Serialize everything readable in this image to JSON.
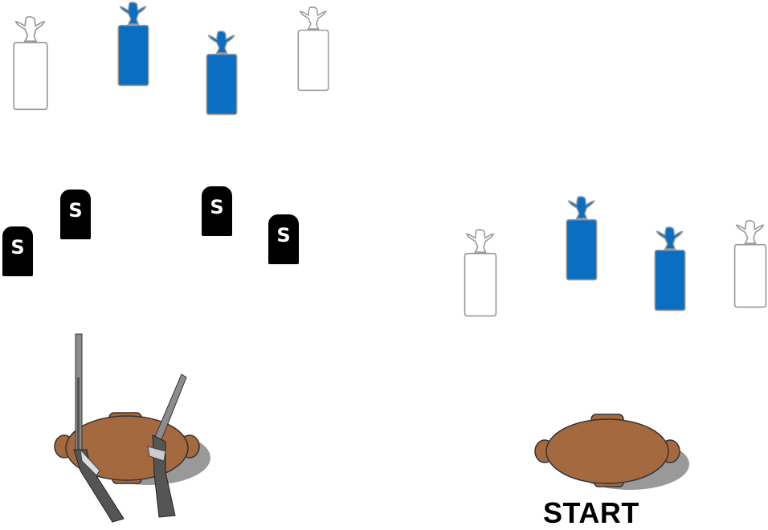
{
  "colors": {
    "target_blue": "#0a6fc2",
    "target_outline": "#9a9a9a",
    "plate_fill": "#000000",
    "table_fill": "#a4693f",
    "shadow": "#999999"
  },
  "targets_top": [
    {
      "fill": "white"
    },
    {
      "fill": "blue"
    },
    {
      "fill": "blue"
    },
    {
      "fill": "white"
    }
  ],
  "targets_right": [
    {
      "fill": "white"
    },
    {
      "fill": "blue"
    },
    {
      "fill": "blue"
    },
    {
      "fill": "white"
    }
  ],
  "plates": [
    {
      "label": "S"
    },
    {
      "label": "S"
    },
    {
      "label": "S"
    },
    {
      "label": "S"
    }
  ],
  "tables": [
    {
      "icon": "table-with-shotguns"
    },
    {
      "icon": "table"
    }
  ],
  "start_label": "START"
}
